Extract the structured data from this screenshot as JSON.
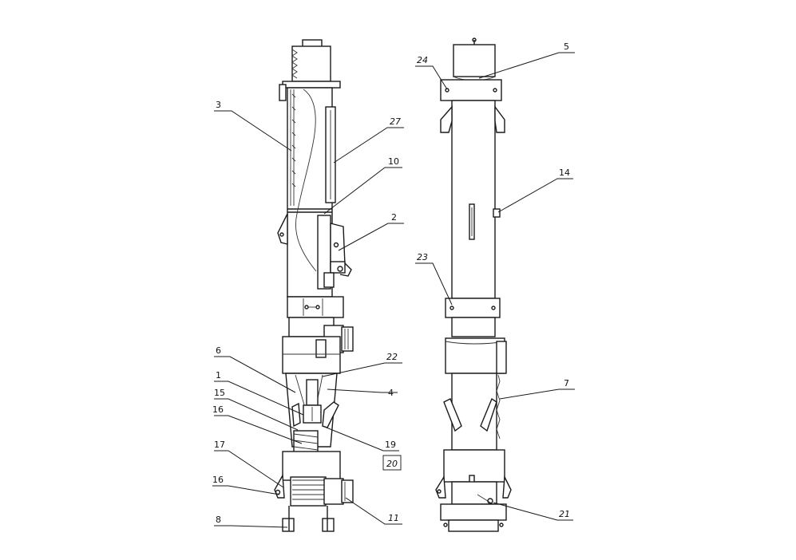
{
  "callouts_left": [
    "3",
    "27",
    "10",
    "2",
    "6",
    "22",
    "1",
    "15",
    "4",
    "16",
    "19",
    "20",
    "17",
    "16",
    "11",
    "8"
  ],
  "callouts_right": [
    "24",
    "5",
    "14",
    "23",
    "7",
    "21"
  ]
}
